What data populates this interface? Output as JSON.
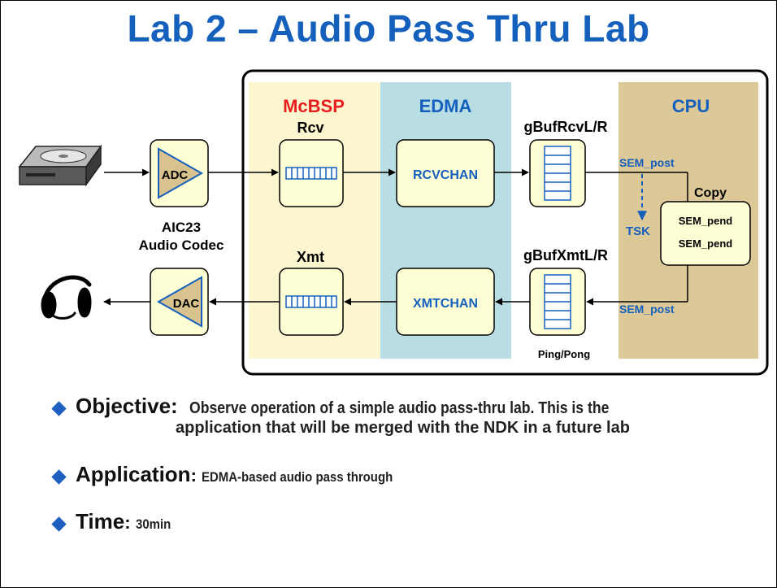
{
  "title": "Lab 2 – Audio Pass Thru Lab",
  "diagram": {
    "sections": {
      "mcbsp": "McBSP",
      "edma": "EDMA",
      "cpu": "CPU"
    },
    "labels": {
      "rcv": "Rcv",
      "xmt": "Xmt",
      "adc": "ADC",
      "dac": "DAC",
      "codec_line1": "AIC23",
      "codec_line2": "Audio Codec",
      "rcvchan": "RCVCHAN",
      "xmtchan": "XMTCHAN",
      "gbuf_rcv": "gBufRcvL/R",
      "gbuf_xmt": "gBufXmtL/R",
      "pingpong": "Ping/Pong",
      "sem_post_top": "SEM_post",
      "sem_post_bottom": "SEM_post",
      "tsk": "TSK",
      "copy": "Copy",
      "sem_pend_1": "SEM_pend",
      "sem_pend_2": "SEM_pend"
    },
    "colors": {
      "mcbsp_bg": "#fbf6cf",
      "edma_bg": "#b8dde3",
      "cpu_bg": "#ddc898",
      "block_fill": "#ffffd6",
      "mcbsp_label": "#e81e1e",
      "blue_label": "#1560bd",
      "converter_fill": "#d8c38f"
    }
  },
  "bullets": [
    {
      "head": "Objective:",
      "text1": "Observe operation of a simple audio pass-thru lab. This is the",
      "text2": "application that will be merged with the NDK in a future lab"
    },
    {
      "head": "Application",
      "text1": "EDMA-based audio pass through"
    },
    {
      "head": "Time",
      "text1": "30min"
    }
  ]
}
